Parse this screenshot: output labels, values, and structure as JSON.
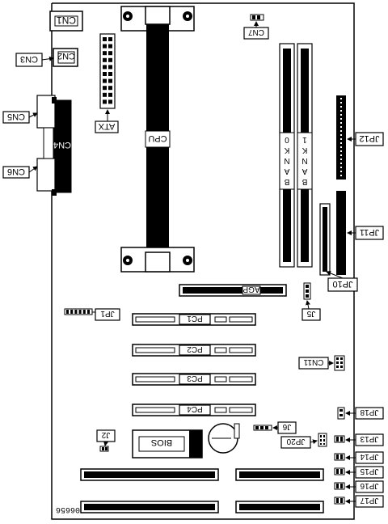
{
  "labels": {
    "cn1": "CN1",
    "cn2": "CN2",
    "cn3": "CN3",
    "cn4": "CN4",
    "cn5": "CN5",
    "cn6": "CN6",
    "cn7": "CN7",
    "cn11": "CN11",
    "atx": "ATX",
    "cpu": "CPU",
    "agp": "AGP",
    "bank0": "BANK0",
    "bank1": "BANK1",
    "pc1": "PC1",
    "pc2": "PC2",
    "pc3": "PC3",
    "pc4": "PC4",
    "bios": "BIOS",
    "jp1": "JP1",
    "jp10": "JP10",
    "jp11": "JP11",
    "jp12": "JP12",
    "jp13": "JP13",
    "jp14": "JP14",
    "jp15": "JP15",
    "jp16": "JP16",
    "jp17": "JP17",
    "jp18": "JP18",
    "jp20": "JP20",
    "j2": "J2",
    "j5": "J5",
    "j6": "J6"
  },
  "figure_code": "06656",
  "colors": {
    "ink": "#000000",
    "paper": "#ffffff"
  }
}
